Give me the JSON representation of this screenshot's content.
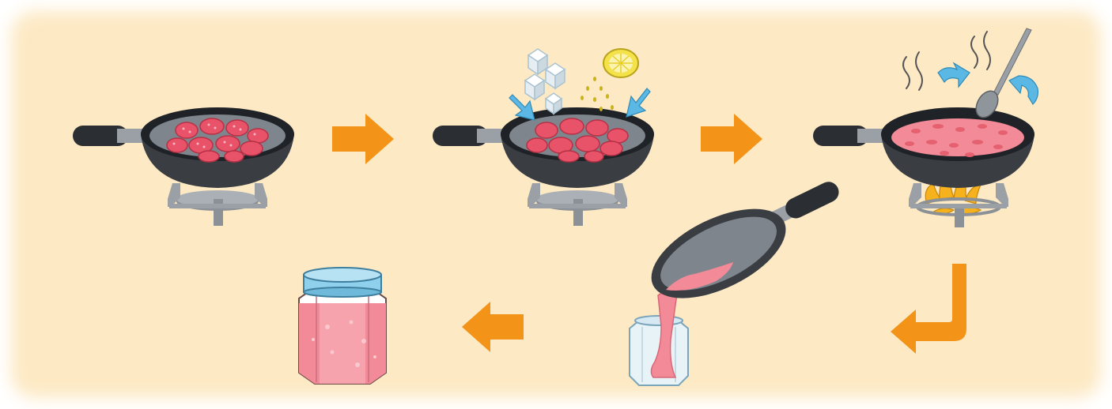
{
  "diagram": {
    "kind": "process-illustration",
    "steps": [
      {
        "id": "strawberries-in-pan",
        "icon": "pan-with-strawberries-on-stove"
      },
      {
        "id": "add-sugar-and-lemon",
        "icon": "pan-sugar-lemon-on-stove"
      },
      {
        "id": "cook-and-stir",
        "icon": "pan-simmering-with-spoon-flame"
      },
      {
        "id": "pour-into-jar",
        "icon": "pan-pouring-jam-into-jar"
      },
      {
        "id": "sealed-jar",
        "icon": "jam-jar-with-lid"
      }
    ],
    "arrows": [
      {
        "from": "strawberries-in-pan",
        "to": "add-sugar-and-lemon",
        "direction": "right"
      },
      {
        "from": "add-sugar-and-lemon",
        "to": "cook-and-stir",
        "direction": "right"
      },
      {
        "from": "cook-and-stir",
        "to": "pour-into-jar",
        "direction": "down-left"
      },
      {
        "from": "pour-into-jar",
        "to": "sealed-jar",
        "direction": "left"
      }
    ]
  },
  "colors": {
    "background": "#fde9c4",
    "background_edge": "#ffffff",
    "arrow": "#f39418",
    "pan_body": "#3a3d42",
    "pan_interior": "#7e858c",
    "pan_rim": "#1f2226",
    "stove": "#9aa0a6",
    "strawberry": "#e9536a",
    "strawberry_seed": "#f7b6c0",
    "jam": "#f28a97",
    "jam_light": "#f6b3bb",
    "sugar": "#ffffff",
    "lemon": "#f4e24a",
    "motion_arrow": "#5bb7e3",
    "flame": "#f5b21c",
    "steam": "#555555",
    "jar_lid": "#8fd0ec",
    "jar_glass": "#e8f3f8"
  }
}
